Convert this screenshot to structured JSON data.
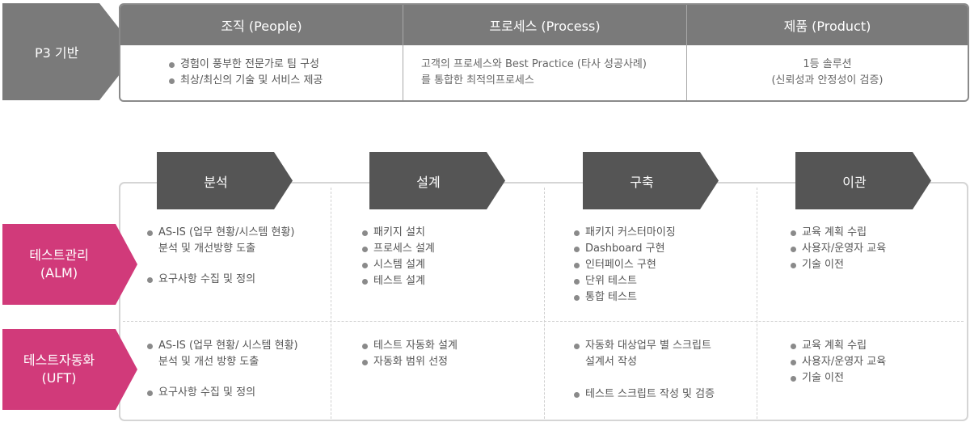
{
  "p3": {
    "label": "P3 기반",
    "columns": [
      {
        "title": "조직 (People)",
        "bullets": [
          "경험이 풍부한 전문가로 팀 구성",
          "최상/최신의 기술 및 서비스 제공"
        ]
      },
      {
        "title": "프로세스 (Process)",
        "lines": [
          "고객의 프로세스와 Best Practice (타사 성공사례)",
          "를 통합한 최적의프로세스"
        ]
      },
      {
        "title": "제품 (Product)",
        "lines": [
          "1등 솔루션",
          "(신뢰성과 안정성이 검증)"
        ]
      }
    ]
  },
  "phases": [
    "분석",
    "설계",
    "구축",
    "이관"
  ],
  "rows": [
    {
      "label_line1": "테스트관리",
      "label_line2": "(ALM)",
      "cells": [
        [
          "AS-IS (업무 현황/시스템 현황)\n분석 및 개선방향 도출",
          "요구사항 수집 및 정의"
        ],
        [
          "패키지 설치",
          "프로세스 설계",
          "시스템 설계",
          "테스트 설계"
        ],
        [
          "패키지 커스터마이징",
          "Dashboard 구현",
          "인터페이스 구현",
          "단위 테스트",
          "통합 테스트"
        ],
        [
          "교육 계획 수립",
          "사용자/운영자 교육",
          "기술 이전"
        ]
      ]
    },
    {
      "label_line1": "테스트자동화",
      "label_line2": "(UFT)",
      "cells": [
        [
          "AS-IS (업무 현황/ 시스템 현황)\n분석 및 개선 방향 도출",
          "요구사항 수집 및 정의"
        ],
        [
          "테스트 자동화 설계",
          "자동화 범위 선정"
        ],
        [
          "자동화 대상업무 별 스크립트\n설계서 작성",
          "테스트 스크립트 작성 및 검증"
        ],
        [
          "교육 계획 수립",
          "사용자/운영자 교육",
          "기술 이전"
        ]
      ]
    }
  ],
  "colors": {
    "dark_gray": "#555555",
    "mid_gray": "#7a7a7a",
    "magenta": "#d13a7a",
    "border": "#d5d5d5"
  }
}
